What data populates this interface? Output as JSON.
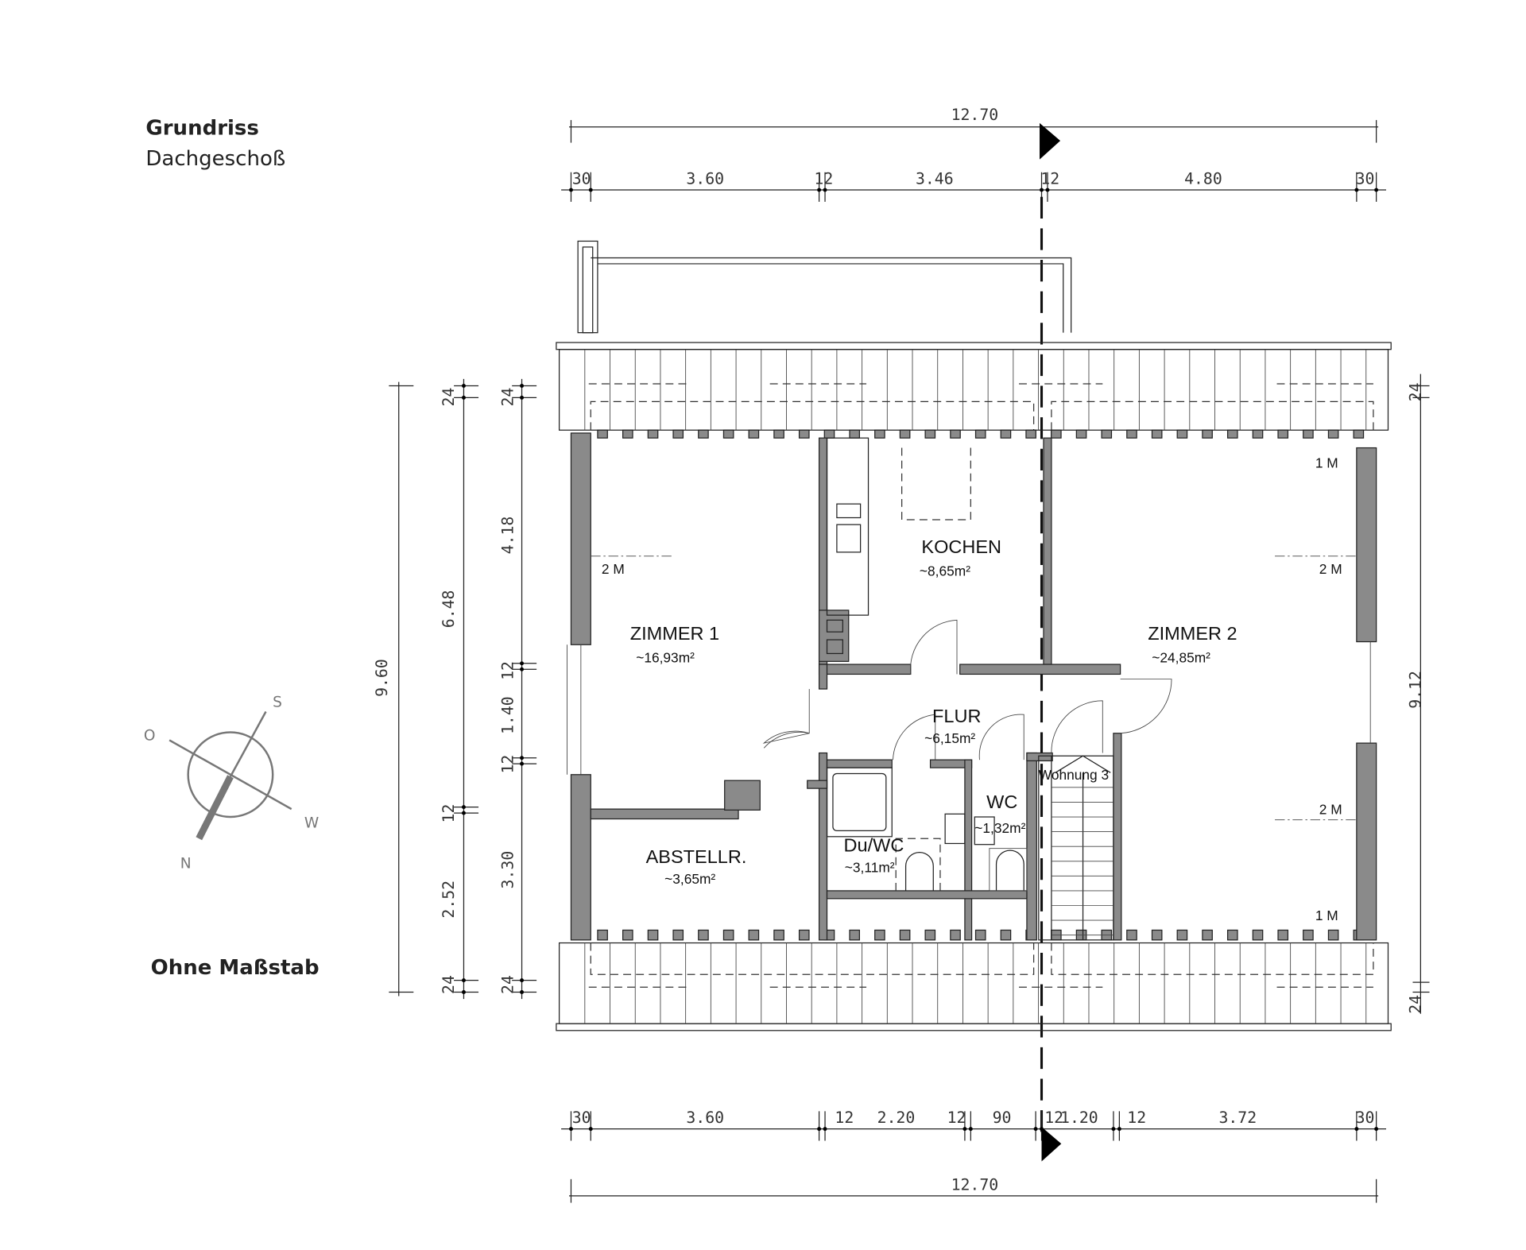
{
  "header": {
    "title": "Grundriss",
    "subtitle": "Dachgeschoß"
  },
  "scale_note": "Ohne Maßstab",
  "dimensions": {
    "top_total": "12.70",
    "top_segments": [
      "30",
      "3.60",
      "12",
      "3.46",
      "12",
      "4.80",
      "30"
    ],
    "bottom_segments": [
      "30",
      "3.60",
      "12",
      "2.20",
      "12",
      "90",
      "12",
      "1.20",
      "12",
      "3.72",
      "30"
    ],
    "bottom_total": "12.70",
    "left_total": "9.60",
    "left_middle": [
      "24",
      "6.48",
      "12",
      "2.52",
      "24"
    ],
    "left_inner": [
      "24",
      "4.18",
      "12",
      "1.40",
      "12",
      "3.30",
      "24"
    ],
    "right": [
      "24",
      "9.12",
      "24"
    ]
  },
  "rooms": [
    {
      "name": "ZIMMER 1",
      "area": "~16,93m²"
    },
    {
      "name": "KOCHEN",
      "area": "~8,65m²"
    },
    {
      "name": "ZIMMER 2",
      "area": "~24,85m²"
    },
    {
      "name": "FLUR",
      "area": "~6,15m²"
    },
    {
      "name": "ABSTELLR.",
      "area": "~3,65m²"
    },
    {
      "name": "Du/WC",
      "area": "~3,11m²"
    },
    {
      "name": "WC",
      "area": "~1,32m²"
    }
  ],
  "stair_label": "Wohnung 3",
  "height_marks": [
    "2 M",
    "1 M",
    "2 M",
    "2 M",
    "1 M"
  ],
  "compass": {
    "north": "N",
    "south": "S",
    "east": "O",
    "west": "W"
  }
}
